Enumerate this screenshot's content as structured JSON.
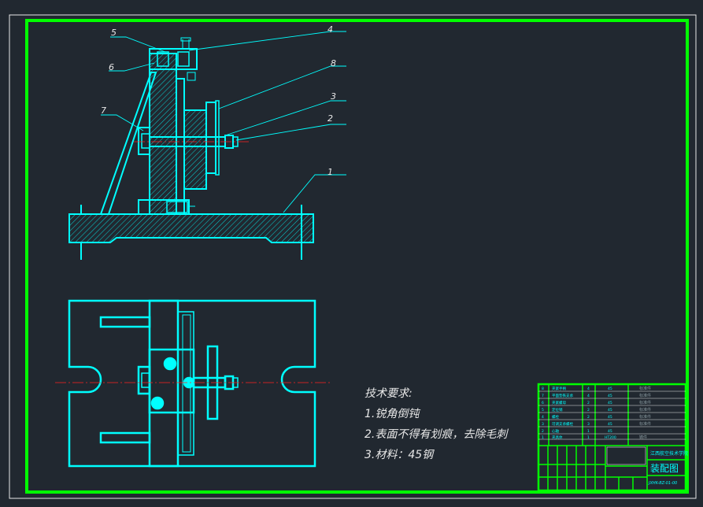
{
  "callouts": [
    "5",
    "4",
    "6",
    "8",
    "3",
    "7",
    "2",
    "1"
  ],
  "requirements": {
    "title": "技术要求:",
    "items": [
      "1.锐角倒钝",
      "2.表面不得有划痕，去除毛刺",
      "3.材料：45钢"
    ]
  },
  "bom": {
    "rows": [
      {
        "no": "8",
        "name": "夹紧手柄",
        "qty": "4",
        "material": "45",
        "note": "标准件"
      },
      {
        "no": "7",
        "name": "平面垫铁支承",
        "qty": "4",
        "material": "45",
        "note": "标准件"
      },
      {
        "no": "6",
        "name": "夹紧螺母",
        "qty": "2",
        "material": "45",
        "note": "标准件"
      },
      {
        "no": "5",
        "name": "定位销",
        "qty": "2",
        "material": "45",
        "note": "标准件"
      },
      {
        "no": "4",
        "name": "螺栓",
        "qty": "2",
        "material": "45",
        "note": "标准件"
      },
      {
        "no": "3",
        "name": "可调支承螺栓",
        "qty": "3",
        "material": "45",
        "note": "标准件"
      },
      {
        "no": "2",
        "name": "心轴",
        "qty": "1",
        "material": "45",
        "note": ""
      },
      {
        "no": "1",
        "name": "夹具体",
        "qty": "1",
        "material": "HT200",
        "note": "铸件"
      }
    ]
  },
  "title_block": {
    "school": "江西航空技术学院",
    "drawing_name": "装配图",
    "drawing_code": "JXHK-BZ-01-00"
  },
  "colors": {
    "background": "#212830",
    "frame": "#00ff00",
    "drawing": "#00ffff",
    "centerline": "#ff2020",
    "text": "#e8e8e8"
  }
}
